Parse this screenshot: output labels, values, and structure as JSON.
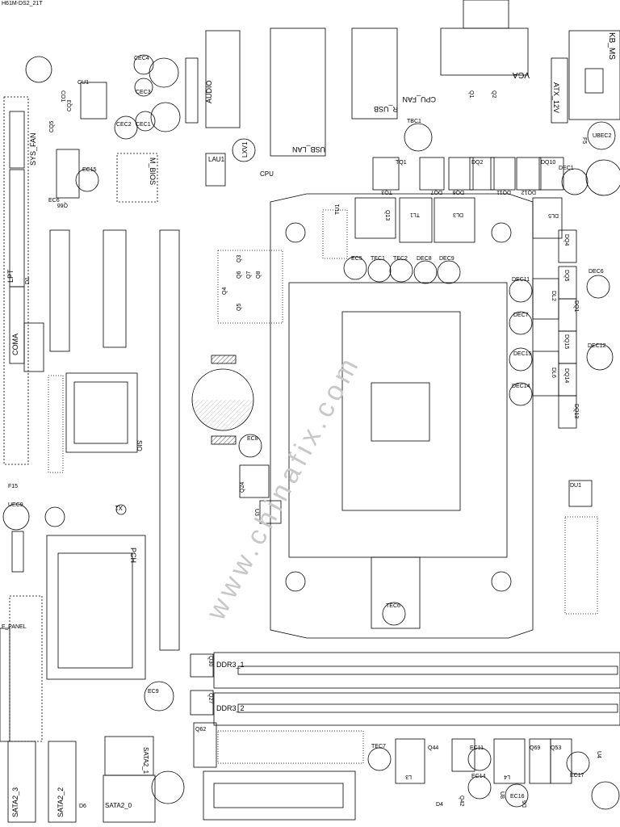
{
  "header": {
    "model": "H61M-DS2_21T"
  },
  "watermark": "www.chinafix.com",
  "labels": {
    "kb_ms": "KB_MS",
    "vga": "VGA",
    "cpu_fan": "CPU_FAN",
    "r_usb": "R_USB",
    "usb_lan": "USB_LAN",
    "audio": "AUDIO",
    "atx_12v": "ATX_12V",
    "sys_fan": "SYS_FAN",
    "lpt": "LPT",
    "coma": "COMA",
    "m_bios": "M_BIOS",
    "cpu": "CPU",
    "sio": "SIO",
    "pch": "PCH",
    "ddr3_1": "DDR3_1",
    "ddr3_2": "DDR3_2",
    "f_panel": "F_PANEL",
    "sata2_3": "SATA2_3",
    "sata2_2": "SATA2_2",
    "sata2_1": "SATA2_1",
    "sata2_0": "SATA2_0",
    "lxv1": "LXV1",
    "lau1": "LAU1",
    "ec6": "EC6",
    "ec8": "EC8",
    "ec9": "EC9",
    "ec11": "EC11",
    "ec14": "EC14",
    "ec15": "EC15",
    "ec16": "EC16",
    "ec17": "EC17",
    "cec1": "CEC1",
    "cec2": "CEC2",
    "cec3": "CEC3",
    "cec4": "CEC4",
    "ecs": "EC5",
    "tec1": "TEC1",
    "tec2": "TEC2",
    "tec6": "TEC6",
    "tec7": "TEC7",
    "dec1": "DEC1",
    "dec6": "DEC6",
    "dec7": "DEC7",
    "dec8": "DEC8",
    "dec9": "DEC9",
    "dec11": "DEC11",
    "dec12": "DEC12",
    "dec14": "DEC14",
    "dec15": "DEC15",
    "tbc1": "TBC1",
    "ubec2": "UBEC2",
    "uec9": "UEC9",
    "q24": "Q24",
    "q27": "Q27",
    "q30": "Q30",
    "q42": "Q42",
    "q44": "Q44",
    "q53": "Q53",
    "q62": "Q62",
    "q66": "Q66",
    "q69": "Q69",
    "q13": "Q13",
    "tq1": "TQ1",
    "tq3": "TQ3",
    "dq1": "DQ1",
    "dq2": "DQ2",
    "dq4": "DQ4",
    "dq5": "DQ5",
    "dq6": "DQ6",
    "dq7": "DQ7",
    "dq10": "DQ10",
    "dq11": "DQ11",
    "dq12": "DQ12",
    "dq13": "DQ13",
    "dq14": "DQ14",
    "dq15": "DQ15",
    "dl2": "DL2",
    "dl3": "DL3",
    "dl5": "DL5",
    "dl6": "DL6",
    "tl1": "TL1",
    "tu1": "TU1",
    "du1": "DU1",
    "l3": "L3",
    "l4": "L4",
    "u3": "U3",
    "u4": "U4",
    "u8": "U8",
    "x1": "X1",
    "f5": "F5",
    "f15": "F15",
    "cu1": "CU1",
    "co1": "CO1",
    "cq3": "CQ3",
    "cq5": "CQ5",
    "d1": "D1",
    "d5": "D5",
    "d6": "D6",
    "d4": "D4",
    "q1": "Q1",
    "q2": "Q2",
    "q3": "Q3",
    "q4": "Q4",
    "q5": "Q5",
    "q6": "Q6",
    "q7": "Q7",
    "q8": "Q8"
  },
  "colors": {
    "line": "#000000",
    "background": "#ffffff",
    "watermark": "#c8c8c8",
    "hatch": "#555555"
  }
}
